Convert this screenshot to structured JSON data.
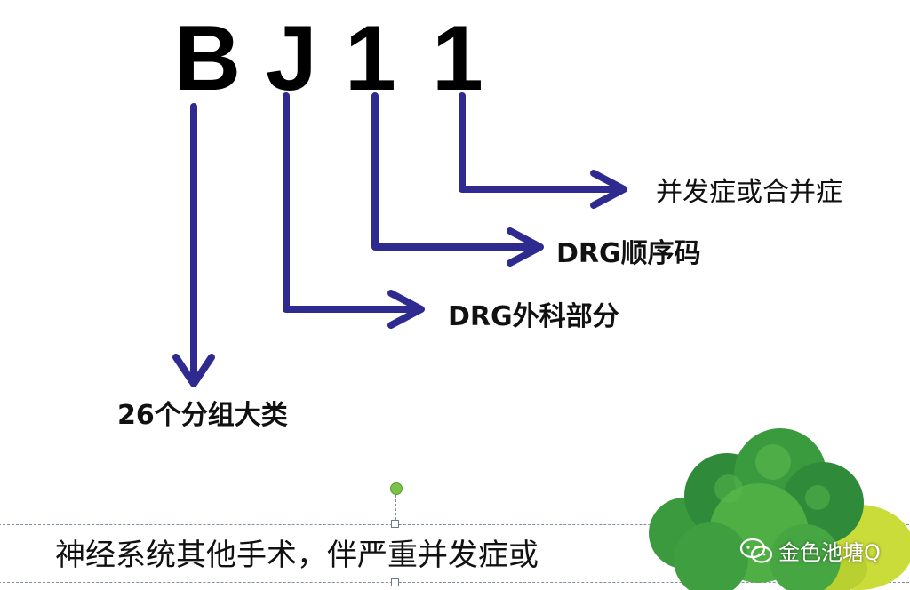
{
  "code": {
    "c1": "B",
    "c2": "J",
    "c3": "1",
    "c4": "1"
  },
  "labels": {
    "complication": "并发症或合并症",
    "sequence": "DRG顺序码",
    "surgical": "DRG外科部分",
    "major_category": "26个分组大类"
  },
  "caption": "神经系统其他手术，伴严重并发症或",
  "watermark": "金色池塘Q",
  "colors": {
    "arrow": "#2e2a8f",
    "text": "#111111",
    "bush_dark": "#2f8a3a",
    "bush_mid": "#4fae44",
    "bush_light": "#c9dc3a",
    "handle": "#7cc24a"
  },
  "icons": {
    "watermark": "wechat-icon",
    "decoration": "bush-icon"
  }
}
